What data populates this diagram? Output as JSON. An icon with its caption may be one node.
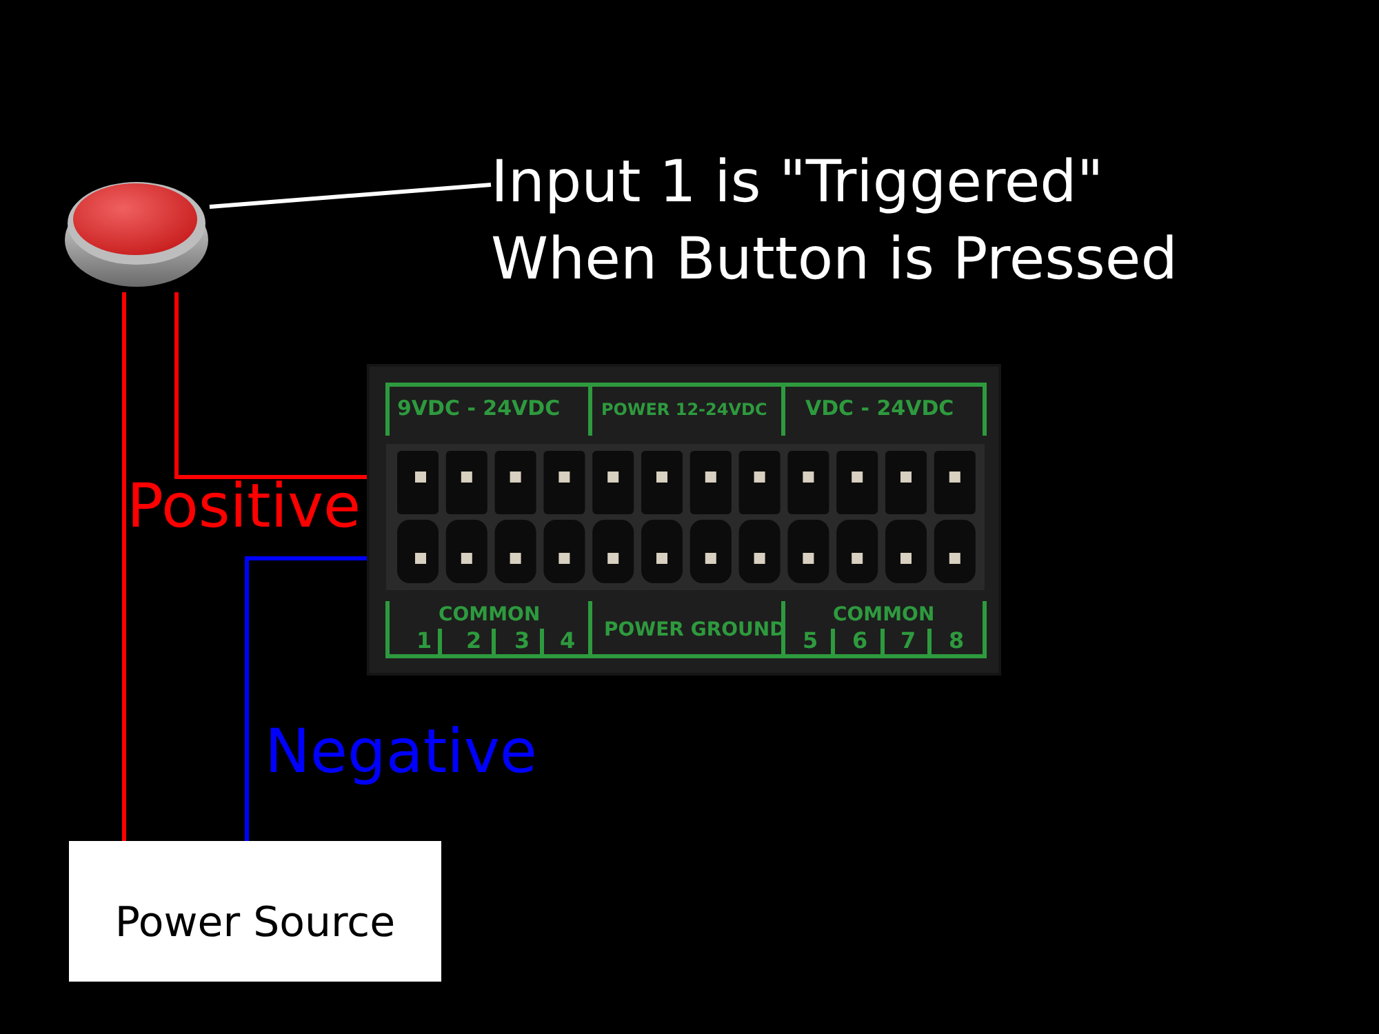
{
  "diagram": {
    "nodes": [
      {
        "text": [
          "Input 1 is \"Triggered\" When Button is Pressed"
        ]
      },
      {
        "text": [],
        "shape": "picture"
      },
      {
        "text": [
          "9VDC - 24VDC",
          "POWER 12-24VDC",
          "VDC - 24VDC",
          "COMMON",
          "1",
          "2",
          "3",
          "4",
          "POWER GROUND",
          "COMMON",
          "5",
          "6",
          "7",
          "8"
        ]
      },
      {
        "text": [
          "Power Source"
        ]
      },
      {
        "text": [],
        "shape": "box",
        "in": 2
      },
      {
        "text": [],
        "shape": "box",
        "in": 2
      }
    ],
    "edges": [
      {
        "from": 0,
        "to": 1,
        "arrow": "none",
        "color": "#ffffff"
      },
      {
        "from": 1,
        "to": 4,
        "arrow": "none",
        "color": "#ff0000"
      },
      {
        "from": 1,
        "to": 3,
        "arrow": "none",
        "color": "#ff0000"
      },
      {
        "from": 3,
        "to": 5,
        "arrow": "none",
        "color": "#0000ff"
      }
    ],
    "labels": [
      "Positive",
      "Negative"
    ]
  }
}
